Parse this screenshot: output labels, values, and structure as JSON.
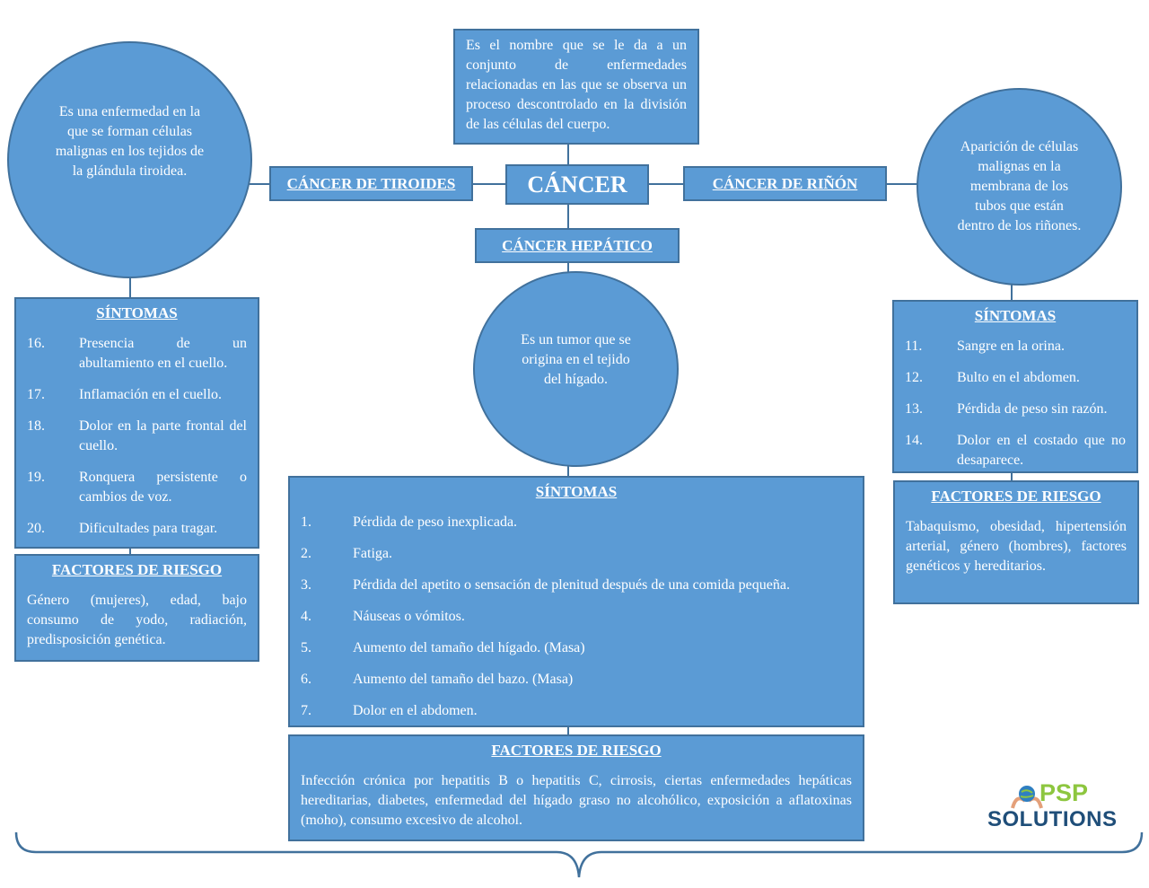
{
  "center": {
    "title": "CÁNCER",
    "definition": "Es el nombre que se le da a un conjunto de enfermedades relacionadas en las que se observa un proceso descontrolado en la división de las células del cuerpo."
  },
  "tiroides": {
    "label": "CÁNCER DE TIROIDES",
    "description": "Es una enfermedad en la que se forman células malignas en los tejidos de la glándula tiroidea.",
    "symptoms_title": "SÍNTOMAS",
    "symptoms": [
      {
        "num": "16.",
        "text": "Presencia de un abultamiento en el cuello."
      },
      {
        "num": "17.",
        "text": "Inflamación en el cuello."
      },
      {
        "num": "18.",
        "text": "Dolor en la parte frontal del cuello."
      },
      {
        "num": "19.",
        "text": "Ronquera persistente o cambios de voz."
      },
      {
        "num": "20.",
        "text": "Dificultades para tragar."
      }
    ],
    "risk_title": "FACTORES DE RIESGO",
    "risk_text": "Género (mujeres), edad, bajo consumo de yodo, radiación, predisposición genética."
  },
  "rinon": {
    "label": "CÁNCER DE RIÑÓN",
    "description": "Aparición de células malignas en la membrana de los tubos que están dentro de los riñones.",
    "symptoms_title": "SÍNTOMAS",
    "symptoms": [
      {
        "num": "11.",
        "text": "Sangre en la orina."
      },
      {
        "num": "12.",
        "text": "Bulto en el abdomen."
      },
      {
        "num": "13.",
        "text": "Pérdida de peso sin razón."
      },
      {
        "num": "14.",
        "text": "Dolor en el costado que no desaparece."
      }
    ],
    "risk_title": "FACTORES DE RIESGO",
    "risk_text": "Tabaquismo, obesidad, hipertensión arterial, género (hombres), factores genéticos y hereditarios."
  },
  "hepatico": {
    "label": "CÁNCER HEPÁTICO",
    "description": "Es un tumor que se origina en el tejido del hígado.",
    "symptoms_title": "SÍNTOMAS",
    "symptoms": [
      {
        "num": "1.",
        "text": "Pérdida de peso inexplicada."
      },
      {
        "num": "2.",
        "text": "Fatiga."
      },
      {
        "num": "3.",
        "text": "Pérdida del apetito o sensación de plenitud después de una comida pequeña."
      },
      {
        "num": "4.",
        "text": "Náuseas o vómitos."
      },
      {
        "num": "5.",
        "text": "Aumento del tamaño del hígado. (Masa)"
      },
      {
        "num": "6.",
        "text": "Aumento del tamaño del bazo. (Masa)"
      },
      {
        "num": "7.",
        "text": "Dolor en el abdomen."
      }
    ],
    "risk_title": "FACTORES DE RIESGO",
    "risk_text": "Infección crónica por hepatitis B o hepatitis C, cirrosis, ciertas enfermedades hepáticas hereditarias, diabetes, enfermedad del hígado graso no alcohólico, exposición a aflatoxinas (moho), consumo excesivo de alcohol."
  },
  "logo": {
    "line1": "PSP",
    "line2": "SOLUTIONS",
    "color_primary": "#1f4e79",
    "color_accent": "#8dc63f"
  }
}
